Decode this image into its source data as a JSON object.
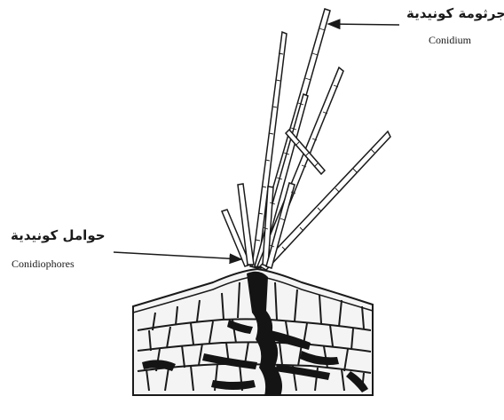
{
  "labels": {
    "conidium_ar": "جرثومة كونيدية",
    "conidium_en": "Conidium",
    "conidiophores_ar": "حوامل كونيدية",
    "conidiophores_en": "Conidiophores"
  },
  "colors": {
    "ink": "#1a1a1a",
    "tissue_dark": "#141414",
    "background": "#ffffff"
  }
}
